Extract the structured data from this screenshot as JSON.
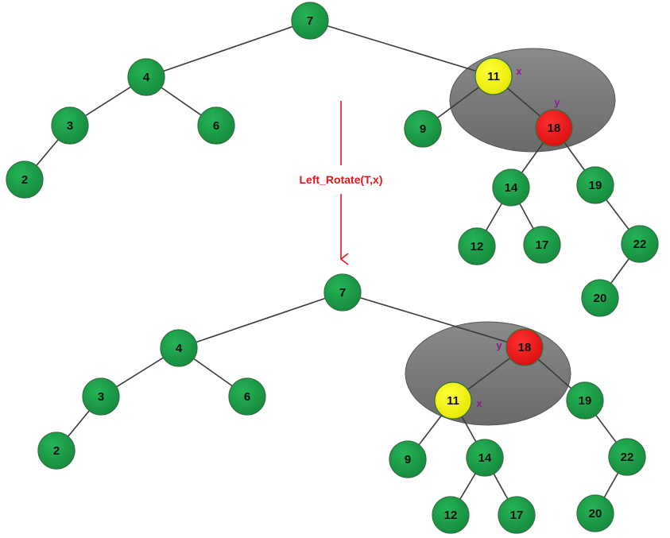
{
  "operation": {
    "label": "Left_Rotate(T,x)",
    "color": "#e8151b"
  },
  "colors": {
    "green_node": "#1f9b4a",
    "yellow_node": "#f2f200",
    "red_node": "#ef1a1a",
    "highlight_ellipse": "#7a7a7a",
    "tag": "#8e1b8e"
  },
  "trees": [
    {
      "name": "before",
      "nodes": [
        {
          "id": "a7",
          "label": "7",
          "color": "green"
        },
        {
          "id": "a4",
          "label": "4",
          "color": "green"
        },
        {
          "id": "a3",
          "label": "3",
          "color": "green"
        },
        {
          "id": "a6",
          "label": "6",
          "color": "green"
        },
        {
          "id": "a2",
          "label": "2",
          "color": "green"
        },
        {
          "id": "a11",
          "label": "11",
          "color": "yellow",
          "tag": "x"
        },
        {
          "id": "a9",
          "label": "9",
          "color": "green"
        },
        {
          "id": "a18",
          "label": "18",
          "color": "red",
          "tag": "y"
        },
        {
          "id": "a14",
          "label": "14",
          "color": "green"
        },
        {
          "id": "a19",
          "label": "19",
          "color": "green"
        },
        {
          "id": "a12",
          "label": "12",
          "color": "green"
        },
        {
          "id": "a17",
          "label": "17",
          "color": "green"
        },
        {
          "id": "a22",
          "label": "22",
          "color": "green"
        },
        {
          "id": "a20",
          "label": "20",
          "color": "green"
        }
      ]
    },
    {
      "name": "after",
      "nodes": [
        {
          "id": "b7",
          "label": "7",
          "color": "green"
        },
        {
          "id": "b4",
          "label": "4",
          "color": "green"
        },
        {
          "id": "b3",
          "label": "3",
          "color": "green"
        },
        {
          "id": "b6",
          "label": "6",
          "color": "green"
        },
        {
          "id": "b2",
          "label": "2",
          "color": "green"
        },
        {
          "id": "b18",
          "label": "18",
          "color": "red",
          "tag": "y"
        },
        {
          "id": "b11",
          "label": "11",
          "color": "yellow",
          "tag": "x"
        },
        {
          "id": "b19",
          "label": "19",
          "color": "green"
        },
        {
          "id": "b9",
          "label": "9",
          "color": "green"
        },
        {
          "id": "b14",
          "label": "14",
          "color": "green"
        },
        {
          "id": "b22",
          "label": "22",
          "color": "green"
        },
        {
          "id": "b12",
          "label": "12",
          "color": "green"
        },
        {
          "id": "b17",
          "label": "17",
          "color": "green"
        },
        {
          "id": "b20",
          "label": "20",
          "color": "green"
        }
      ]
    }
  ]
}
